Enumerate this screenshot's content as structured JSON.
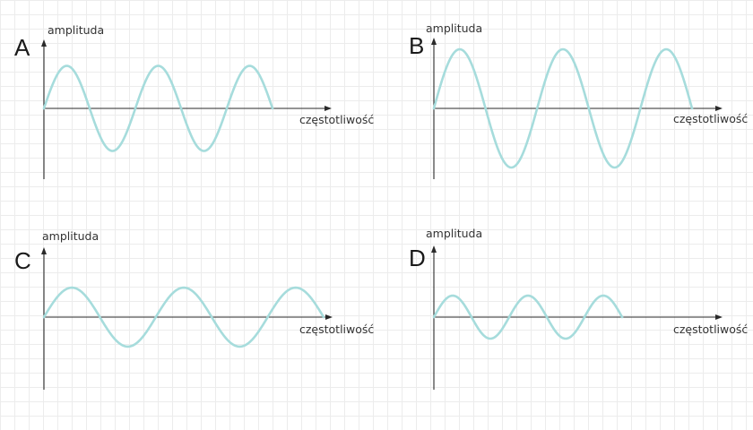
{
  "colors": {
    "wave": "#a6dcdc",
    "axis": "#2a2a2a"
  },
  "panels": [
    {
      "letter": "A",
      "y_label": "amplituda",
      "x_label": "częstotliwość",
      "amplitude": 0.5,
      "cycles": 2.5
    },
    {
      "letter": "B",
      "y_label": "amplituda",
      "x_label": "częstotliwość",
      "amplitude": 0.75,
      "cycles": 2.5
    },
    {
      "letter": "C",
      "y_label": "amplituda",
      "x_label": "częstotliwość",
      "amplitude": 0.35,
      "cycles": 2.5
    },
    {
      "letter": "D",
      "y_label": "amplituda",
      "x_label": "częstotliwość",
      "amplitude": 0.25,
      "cycles": 2.5
    }
  ]
}
